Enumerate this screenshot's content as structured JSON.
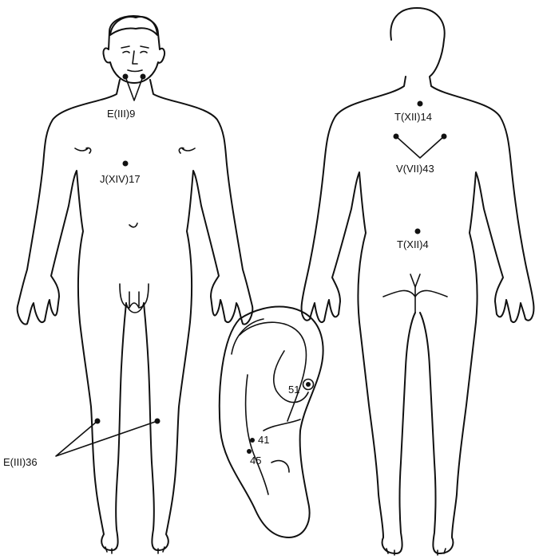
{
  "points": {
    "front_neck": "E(III)9",
    "front_chest": "J(XIV)17",
    "front_legs": "E(III)36",
    "back_upper": "T(XII)14",
    "back_shoulder_blades": "V(VII)43",
    "back_lower": "T(XII)4",
    "ear_top": "51",
    "ear_mid": "41",
    "ear_low": "45"
  }
}
